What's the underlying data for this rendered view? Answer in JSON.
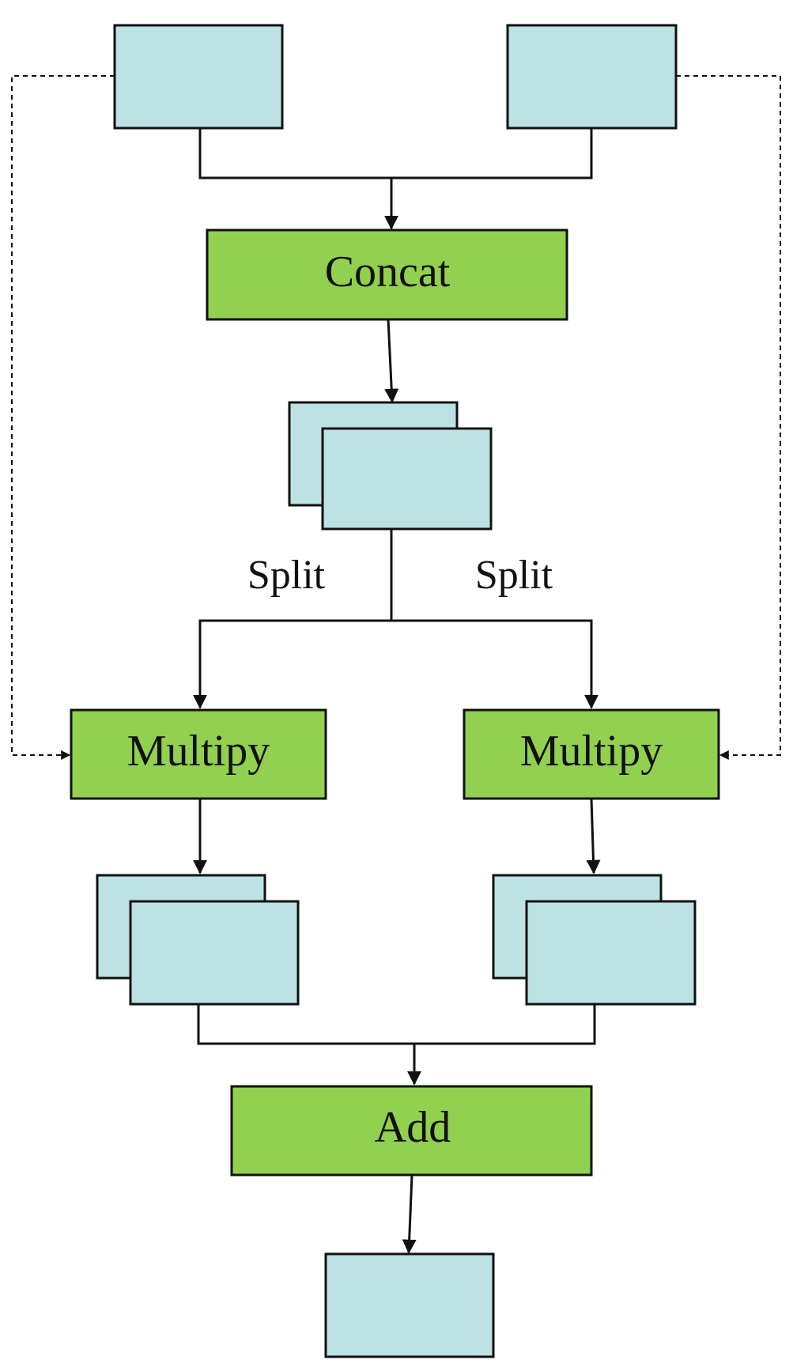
{
  "colors": {
    "tensor_fill": "#bce2e3",
    "op_fill": "#92d050",
    "stroke": "#111111"
  },
  "nodes": {
    "concat": {
      "label": "Concat"
    },
    "multiply_left": {
      "label": "Multipy"
    },
    "multiply_right": {
      "label": "Multipy"
    },
    "add": {
      "label": "Add"
    }
  },
  "edge_labels": {
    "split_left": "Split",
    "split_right": "Split"
  }
}
